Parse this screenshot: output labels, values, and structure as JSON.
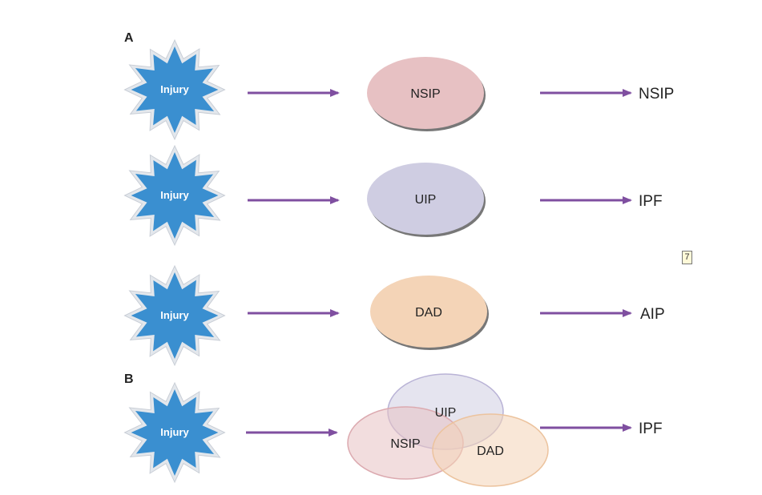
{
  "sections": {
    "a": "A",
    "b": "B"
  },
  "badge": "7",
  "colors": {
    "arrow": "#7f4fa0",
    "star_fill": "#3a8fd0",
    "star_rim": "#e3e7ec",
    "nsip": "#e7c1c3",
    "uip": "#cfcde2",
    "dad": "#f4d4b7"
  },
  "rows": [
    {
      "injury": "Injury",
      "pattern": "NSIP",
      "outcome": "NSIP"
    },
    {
      "injury": "Injury",
      "pattern": "UIP",
      "outcome": "IPF"
    },
    {
      "injury": "Injury",
      "pattern": "DAD",
      "outcome": "AIP"
    }
  ],
  "mixed": {
    "injury": "Injury",
    "patterns": [
      "UIP",
      "NSIP",
      "DAD"
    ],
    "outcome": "IPF"
  }
}
